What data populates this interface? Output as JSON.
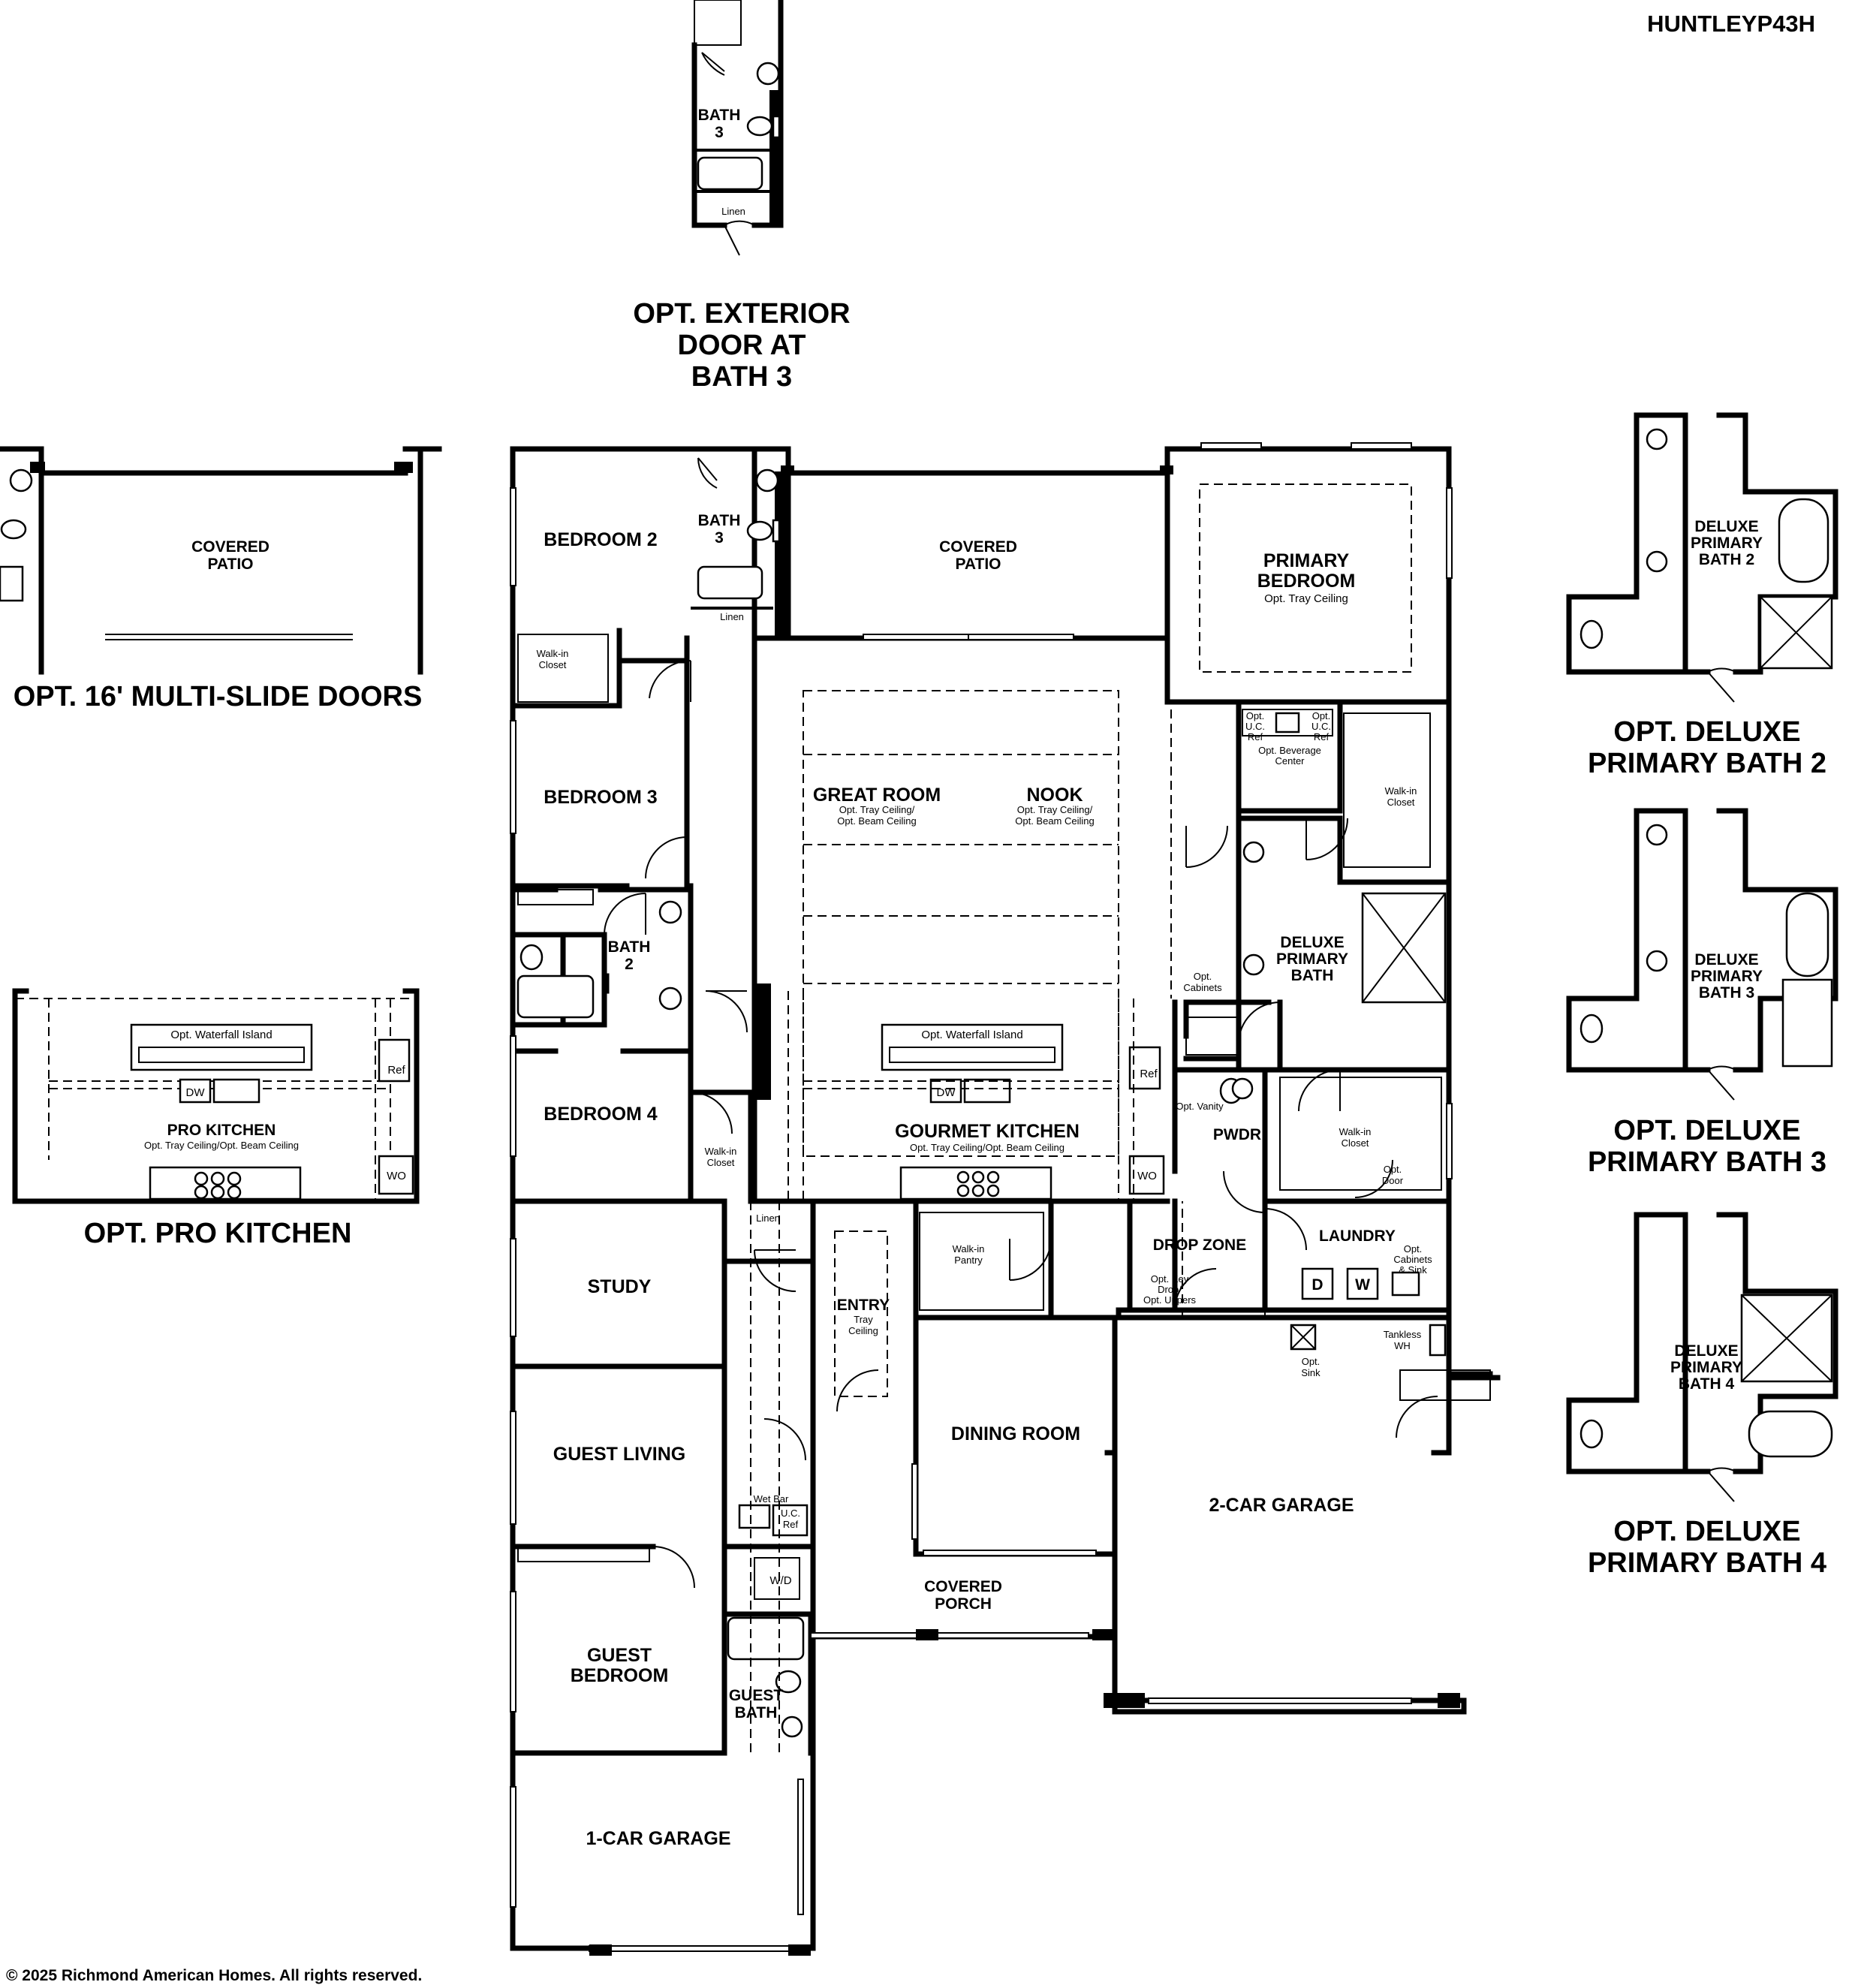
{
  "plan_code": "HUNTLEYP43H",
  "copyright": "© 2025 Richmond American Homes. All rights reserved.",
  "rooms": {
    "bedroom_2": "BEDROOM 2",
    "bath_3": {
      "line1": "BATH",
      "line2": "3"
    },
    "linen": "Linen",
    "walk_in_closet": {
      "line1": "Walk-in",
      "line2": "Closet"
    },
    "covered_patio": {
      "line1": "COVERED",
      "line2": "PATIO"
    },
    "primary_bedroom": {
      "line1": "PRIMARY",
      "line2": "BEDROOM",
      "note": "Opt. Tray Ceiling"
    },
    "bedroom_3": "BEDROOM 3",
    "great_room": {
      "name": "GREAT ROOM",
      "note1": "Opt. Tray Ceiling/",
      "note2": "Opt. Beam Ceiling"
    },
    "nook": {
      "name": "NOOK",
      "note1": "Opt. Tray Ceiling/",
      "note2": "Opt. Beam Ceiling"
    },
    "opt_uc_ref": {
      "line1": "Opt.",
      "line2": "U.C.",
      "line3": "Ref"
    },
    "opt_beverage_center": {
      "line1": "Opt. Beverage",
      "line2": "Center"
    },
    "bath_2": {
      "line1": "BATH",
      "line2": "2"
    },
    "deluxe_primary_bath": {
      "line1": "DELUXE",
      "line2": "PRIMARY",
      "line3": "BATH"
    },
    "opt_cabinets": {
      "line1": "Opt.",
      "line2": "Cabinets"
    },
    "opt_waterfall_island": "Opt. Waterfall Island",
    "dw": "DW",
    "ref": "Ref",
    "wo": "WO",
    "bedroom_4": "BEDROOM 4",
    "gourmet_kitchen": {
      "name": "GOURMET KITCHEN",
      "note": "Opt. Tray Ceiling/Opt. Beam Ceiling"
    },
    "opt_vanity": "Opt. Vanity",
    "pwdr": "PWDR",
    "opt_door": {
      "line1": "Opt.",
      "line2": "Door"
    },
    "study": "STUDY",
    "walk_in_pantry": {
      "line1": "Walk-in",
      "line2": "Pantry"
    },
    "entry": {
      "name": "ENTRY",
      "note1": "Tray",
      "note2": "Ceiling"
    },
    "drop_zone": "DROP ZONE",
    "opt_key_drop": {
      "line1": "Opt. Key",
      "line2": "Drop/",
      "line3": "Opt. Uppers"
    },
    "laundry": "LAUNDRY",
    "opt_cabinets_sink": {
      "line1": "Opt.",
      "line2": "Cabinets",
      "line3": "& Sink"
    },
    "d": "D",
    "w": "W",
    "opt_sink": {
      "line1": "Opt.",
      "line2": "Sink"
    },
    "tankless_wh": {
      "line1": "Tankless",
      "line2": "WH"
    },
    "guest_living": "GUEST LIVING",
    "dining_room": "DINING ROOM",
    "wet_bar": "Wet Bar",
    "uc_ref": {
      "line1": "U.C.",
      "line2": "Ref"
    },
    "two_car_garage": "2-CAR GARAGE",
    "wd": "W/D",
    "covered_porch": {
      "line1": "COVERED",
      "line2": "PORCH"
    },
    "guest_bedroom": {
      "line1": "GUEST",
      "line2": "BEDROOM"
    },
    "guest_bath": {
      "line1": "GUEST",
      "line2": "BATH"
    },
    "one_car_garage": "1-CAR GARAGE"
  },
  "options": {
    "exterior_door": {
      "caption_line1": "OPT. EXTERIOR",
      "caption_line2": "DOOR AT",
      "caption_line3": "BATH 3"
    },
    "multi_slide": {
      "caption": "OPT. 16' MULTI-SLIDE DOORS"
    },
    "pro_kitchen": {
      "caption": "OPT. PRO KITCHEN",
      "name": "PRO KITCHEN",
      "note": "Opt. Tray Ceiling/Opt. Beam Ceiling"
    },
    "deluxe_bath_2": {
      "caption_line1": "OPT. DELUXE",
      "caption_line2": "PRIMARY BATH 2",
      "label_line1": "DELUXE",
      "label_line2": "PRIMARY",
      "label_line3": "BATH 2"
    },
    "deluxe_bath_3": {
      "caption_line1": "OPT. DELUXE",
      "caption_line2": "PRIMARY BATH 3",
      "label_line1": "DELUXE",
      "label_line2": "PRIMARY",
      "label_line3": "BATH 3"
    },
    "deluxe_bath_4": {
      "caption_line1": "OPT. DELUXE",
      "caption_line2": "PRIMARY BATH 4",
      "label_line1": "DELUXE",
      "label_line2": "PRIMARY",
      "label_line3": "BATH 4"
    }
  }
}
